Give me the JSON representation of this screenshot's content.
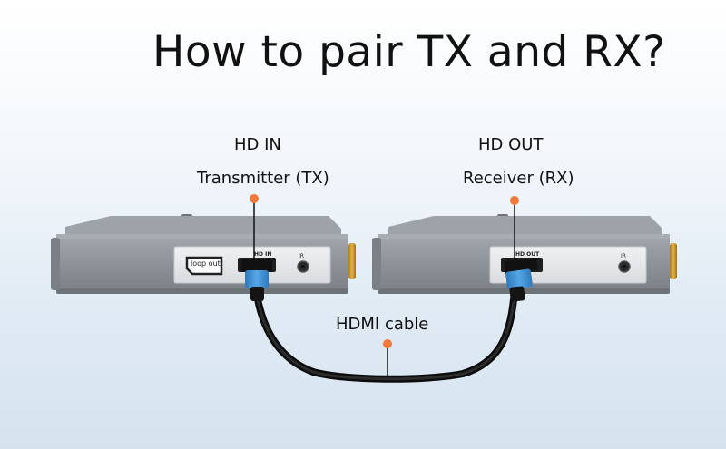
{
  "title": "How to pair TX and RX?",
  "transmitter": {
    "port_label": "HD IN",
    "name": "Transmitter (TX)",
    "loop_out_label": "loop out",
    "hd_in_port_text": "HD IN",
    "ir_label": "IR"
  },
  "receiver": {
    "port_label": "HD OUT",
    "name": "Receiver (RX)",
    "hd_out_port_text": "HD OUT",
    "ir_label": "IR"
  },
  "cable_label": "HDMI cable",
  "colors": {
    "marker": "#f07a3a",
    "device_body": "#8b9096",
    "panel": "#e6e7e9",
    "connector_blue": "#3d8fd6"
  }
}
